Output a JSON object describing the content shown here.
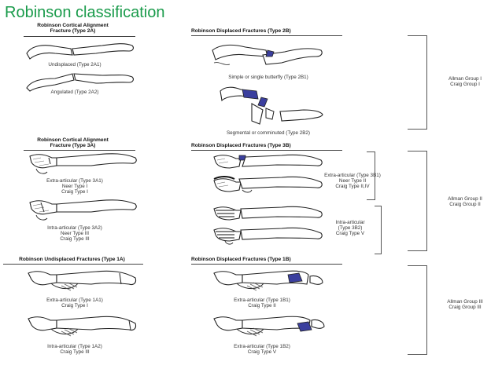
{
  "title": "Robinson  classification",
  "headers": {
    "h2a_line1": "Robinson Cortical Alignment",
    "h2a_line2": "Fracture (Type 2A)",
    "h2b": "Robinson Displaced Fractures (Type 2B)",
    "h3a_line1": "Robinson Cortical Alignment",
    "h3a_line2": "Fracture (Type 3A)",
    "h3b": "Robinson Displaced Fractures (Type 3B)",
    "h1a": "Robinson Undisplaced Fractures (Type 1A)",
    "h1b": "Robinson Displaced Fractures (Type 1B)"
  },
  "labels": {
    "t2a1": "Undisplaced (Type 2A1)",
    "t2a2": "Angulated (Type 2A2)",
    "t2b1": "Simple or single butterfly (Type 2B1)",
    "t2b2": "Segmental or comminuted (Type 2B2)",
    "t3a1_l1": "Extra-articular (Type 3A1)",
    "t3a1_l2": "Neer Type I",
    "t3a1_l3": "Craig Type I",
    "t3a2_l1": "Intra-articular (Type 3A2)",
    "t3a2_l2": "Neer Type III",
    "t3a2_l3": "Craig Type III",
    "t3b1_l1": "Extra-articular (Type 3B1)",
    "t3b1_l2": "Neer Type II",
    "t3b1_l3": "Craig Type II,IV",
    "t3b2_l1": "Intra-articular",
    "t3b2_l2": "(Type 3B2)",
    "t3b2_l3": "Craig Type V",
    "t1a1_l1": "Extra-articular (Type 1A1)",
    "t1a1_l2": "Craig Type I",
    "t1a2_l1": "Intra-articular (Type 1A2)",
    "t1a2_l2": "Craig Type III",
    "t1b1_l1": "Extra-articular (Type 1B1)",
    "t1b1_l2": "Craig Type II",
    "t1b2_l1": "Extra-articular (Type 1B2)",
    "t1b2_l2": "Craig Type V"
  },
  "groups": {
    "g1_l1": "Allman Group I",
    "g1_l2": "Craig Group I",
    "g2_l1": "Allman Group II",
    "g2_l2": "Craig Group II",
    "g3_l1": "Allman Group III",
    "g3_l2": "Craig Group III"
  },
  "colors": {
    "title": "#1a9b4b",
    "fragment": "#3b3f9e"
  }
}
